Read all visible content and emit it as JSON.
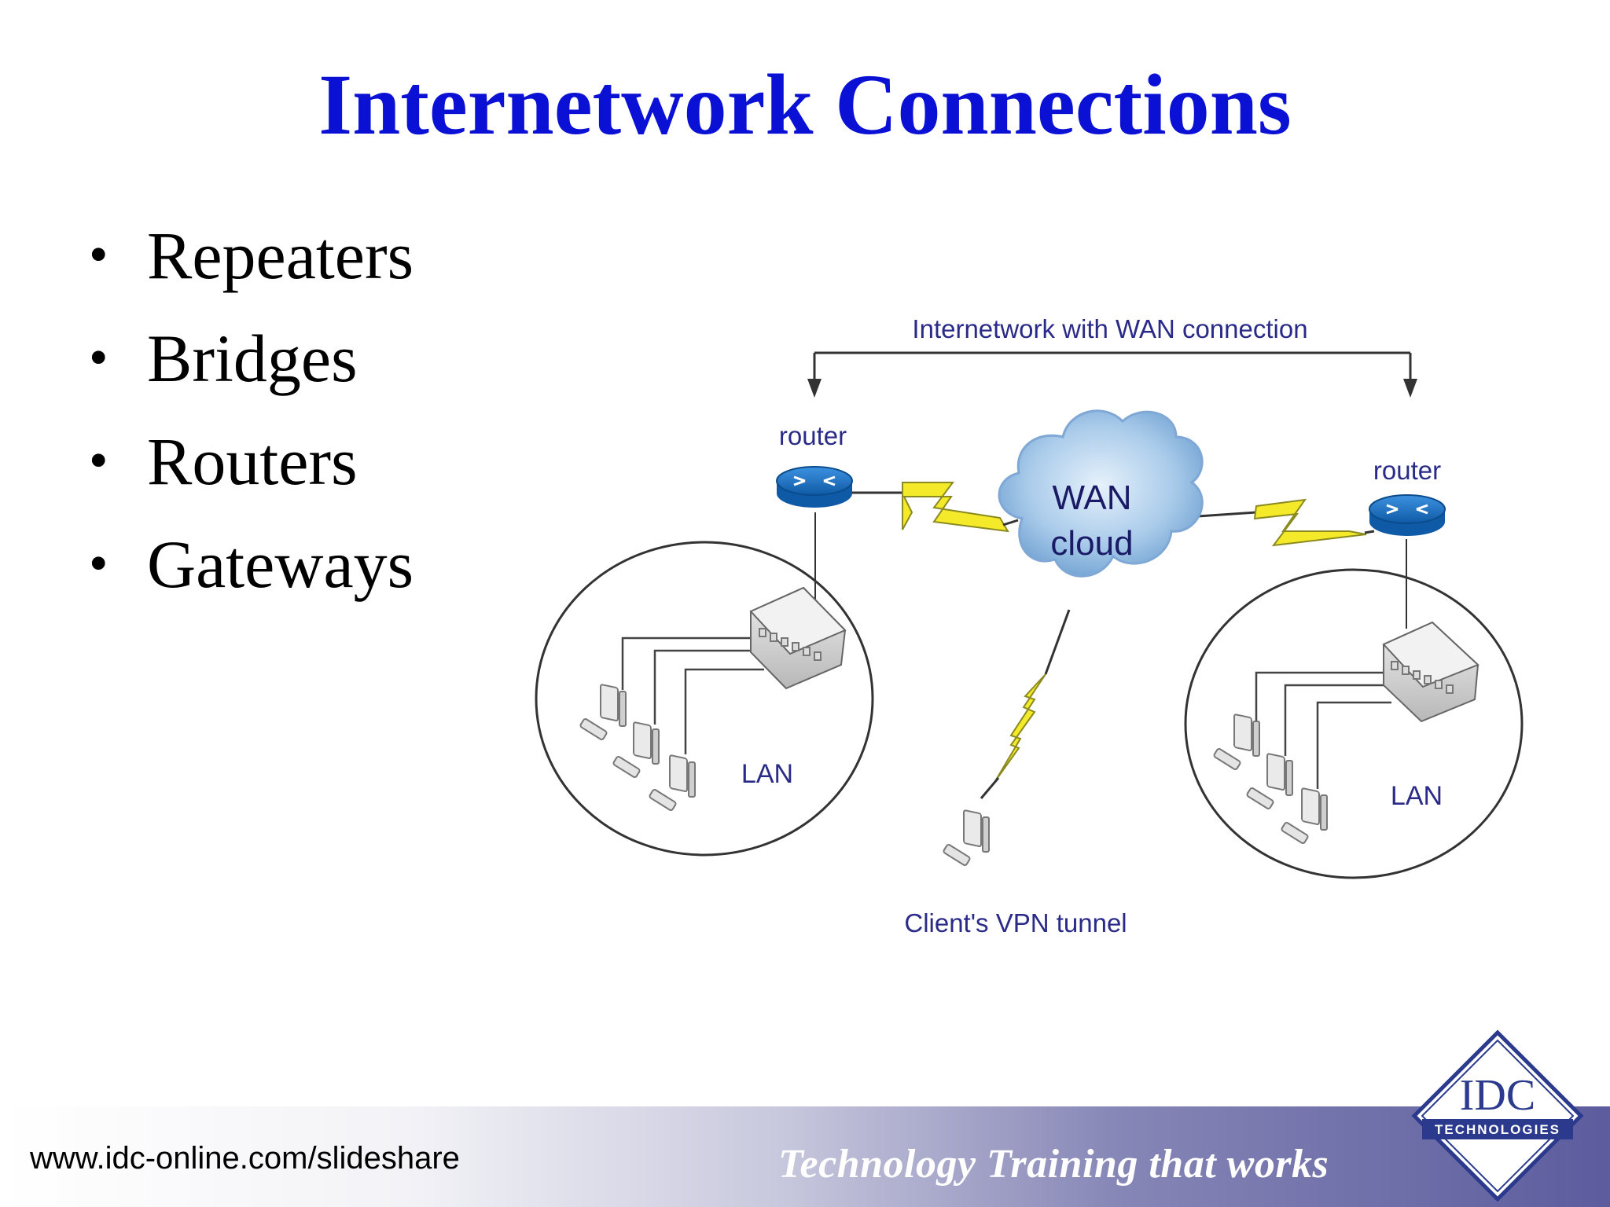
{
  "slide": {
    "title": "Internetwork Connections",
    "bullets": [
      "Repeaters",
      "Bridges",
      "Routers",
      "Gateways"
    ]
  },
  "diagram": {
    "top_label": "Internetwork with WAN connection",
    "router_left_label": "router",
    "router_right_label": "router",
    "cloud_line1": "WAN",
    "cloud_line2": "cloud",
    "lan_left_label": "LAN",
    "lan_right_label": "LAN",
    "vpn_label": "Client's VPN tunnel"
  },
  "footer": {
    "url": "www.idc-online.com/slideshare",
    "tagline": "Technology Training that works",
    "logo_main": "IDC",
    "logo_sub": "TECHNOLOGIES"
  },
  "colors": {
    "title": "#0a10d4",
    "diagram_text": "#2a2a88",
    "router": "#1a6fc0",
    "lightning": "#f4ea2a",
    "cloud": "#9cc3e6",
    "logo": "#2b3a8c"
  }
}
